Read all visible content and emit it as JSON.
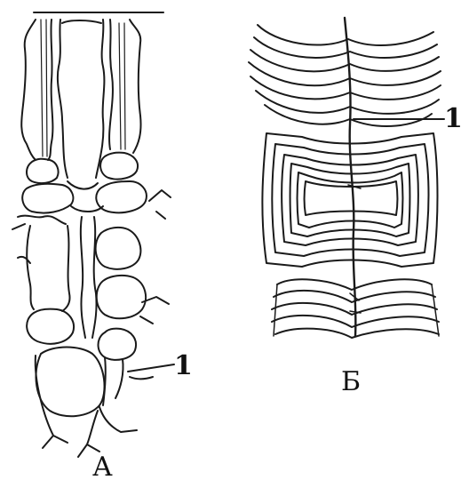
{
  "panels": [
    {
      "id": "A",
      "caption": "А",
      "callout": "1"
    },
    {
      "id": "B",
      "caption": "Б",
      "callout": "1"
    }
  ],
  "colors": {
    "ink": "#1a1a1a",
    "background": "#ffffff"
  }
}
